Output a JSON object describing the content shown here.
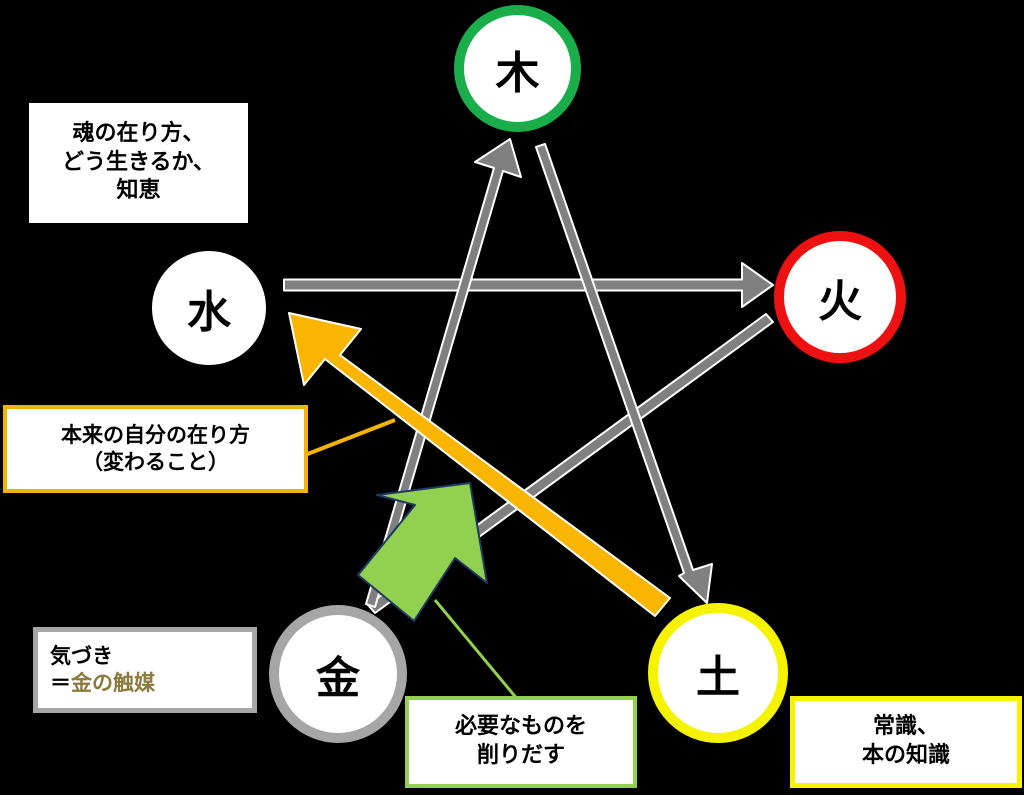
{
  "elements": {
    "wood": {
      "label": "木",
      "color": "#1aae4a"
    },
    "fire": {
      "label": "火",
      "color": "#ee1111"
    },
    "earth": {
      "label": "土",
      "color": "#f6f300"
    },
    "metal": {
      "label": "金",
      "color": "#a6a6a6"
    },
    "water": {
      "label": "水",
      "color": "#000000"
    }
  },
  "notes": {
    "water": {
      "lines": [
        "魂の在り方、",
        "どう生きるか、",
        "知恵"
      ],
      "border": "#000000"
    },
    "self": {
      "lines": [
        "本来の自分の在り方",
        "（変わること）"
      ],
      "border": "#f2b400"
    },
    "metal": {
      "line1": "気づき",
      "line2_prefix": "＝",
      "line2_highlight": "金の触媒",
      "highlight_color": "#8a7a3c",
      "border": "#a6a6a6"
    },
    "cut": {
      "lines": [
        "必要なものを",
        "削りだす"
      ],
      "border": "#92d050"
    },
    "earth": {
      "lines": [
        "常識、",
        "本の知識"
      ],
      "border": "#f6f300"
    }
  },
  "colors": {
    "arrow_gray": "#808080",
    "arrow_stroke": "#ffffff",
    "orange_arrow": "#f9b500",
    "green_arrow": "#92d050",
    "green_arrow_stroke": "#1f3864",
    "orange_connector": "#f2b400",
    "green_connector": "#92d050"
  }
}
